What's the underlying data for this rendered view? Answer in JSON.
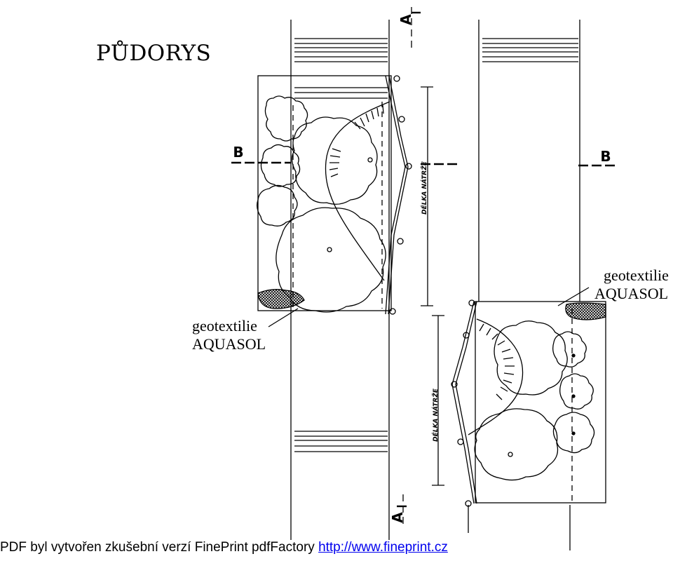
{
  "title": "PŮDORYS",
  "section_marks": {
    "a_top": "A",
    "a_bottom": "A",
    "b_left": "B",
    "b_right": "B"
  },
  "dimension_labels": {
    "top": "DÉLKA NÁTRŽE",
    "bottom": "DÉLKA NÁTRŽE"
  },
  "callout_left": {
    "line1": "geotextilie",
    "line2": "AQUASOL"
  },
  "callout_right": {
    "line1": "geotextilie",
    "line2": "AQUASOL"
  },
  "footer": {
    "text": "PDF byl vytvořen zkušební verzí FinePrint pdfFactory",
    "link": "http://www.fineprint.cz"
  }
}
